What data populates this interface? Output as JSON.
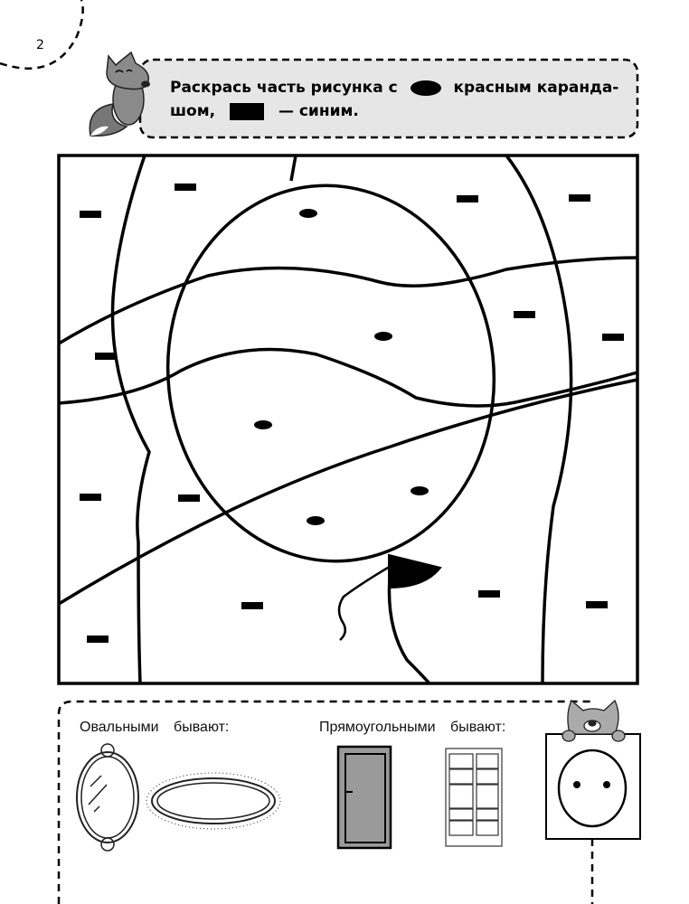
{
  "page_number": "2",
  "instruction": {
    "part1": "Раскрась часть рисунка с",
    "part2": "красным каранда-",
    "part3": "шом,",
    "part4": "— синим."
  },
  "legend_colors": {
    "oval": "red",
    "rect": "blue"
  },
  "bottom": {
    "oval_label": "Овальными бывают:",
    "rect_label": "Прямоугольными бывают:"
  },
  "colors": {
    "panel_bg": "#e6e6e6",
    "door": "#9a9a9a",
    "ink": "#000000"
  }
}
